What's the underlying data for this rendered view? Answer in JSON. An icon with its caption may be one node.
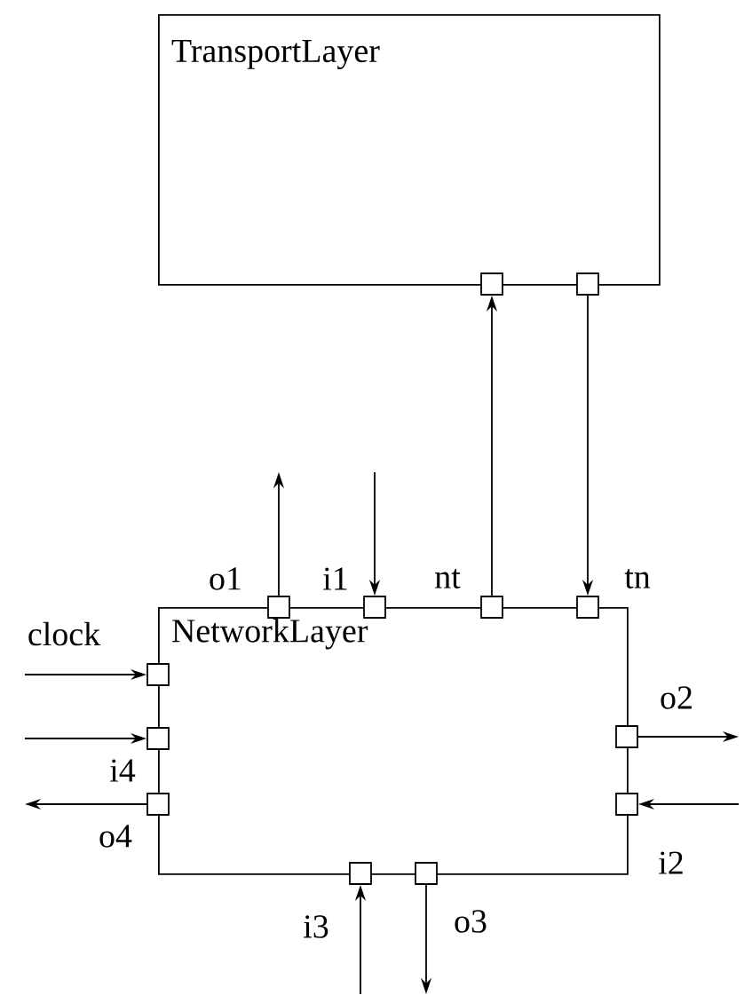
{
  "diagram": {
    "nodes": [
      {
        "text": [
          "TransportLayer"
        ]
      },
      {
        "text": [],
        "shape": "box",
        "in": 0
      },
      {
        "text": [],
        "shape": "box",
        "in": 0
      },
      {
        "text": [
          "NetworkLayer"
        ]
      },
      {
        "text": [],
        "shape": "box",
        "beside": [
          "o1"
        ]
      },
      {
        "text": [],
        "shape": "box",
        "beside": [
          "i1"
        ]
      },
      {
        "text": [],
        "shape": "box",
        "beside": [
          "nt"
        ]
      },
      {
        "text": [],
        "shape": "box",
        "beside": [
          "tn"
        ]
      },
      {
        "text": [],
        "shape": "box",
        "beside": [
          "clock"
        ]
      },
      {
        "text": [],
        "shape": "box",
        "beside": [
          "i4"
        ]
      },
      {
        "text": [],
        "shape": "box",
        "beside": [
          "o4"
        ]
      },
      {
        "text": [],
        "shape": "box",
        "beside": [
          "o2"
        ]
      },
      {
        "text": [],
        "shape": "box",
        "beside": [
          "i2"
        ]
      },
      {
        "text": [],
        "shape": "box",
        "beside": [
          "i3"
        ]
      },
      {
        "text": [],
        "shape": "box",
        "beside": [
          "o3"
        ]
      }
    ],
    "edges": [
      {
        "from": 6,
        "to": 1,
        "arrow": "to"
      },
      {
        "from": 2,
        "to": 7,
        "arrow": "to"
      },
      {
        "from": 4,
        "to": null,
        "arrow": "to"
      },
      {
        "from": null,
        "to": 5,
        "arrow": "to"
      },
      {
        "from": null,
        "to": 8,
        "arrow": "to"
      },
      {
        "from": null,
        "to": 9,
        "arrow": "to"
      },
      {
        "from": 10,
        "to": null,
        "arrow": "to"
      },
      {
        "from": 11,
        "to": null,
        "arrow": "to"
      },
      {
        "from": null,
        "to": 12,
        "arrow": "to"
      },
      {
        "from": null,
        "to": 13,
        "arrow": "to"
      },
      {
        "from": 14,
        "to": null,
        "arrow": "to"
      }
    ]
  }
}
